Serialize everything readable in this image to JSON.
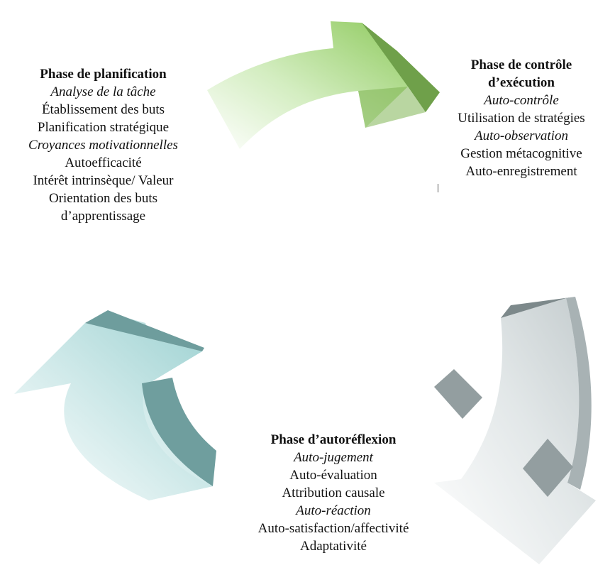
{
  "diagram": {
    "phases": [
      {
        "id": "planning",
        "title": "Phase de planification",
        "groups": [
          {
            "subtitle": "Analyse de la tâche",
            "items": [
              "Établissement des buts",
              "Planification stratégique"
            ]
          },
          {
            "subtitle": "Croyances motivationnelles",
            "items": [
              "Autoefficacité",
              "Intérêt intrinsèque/ Valeur",
              "Orientation des buts",
              "d’apprentissage"
            ]
          }
        ]
      },
      {
        "id": "control",
        "title_lines": [
          "Phase de contrôle",
          "d’exécution"
        ],
        "groups": [
          {
            "subtitle": "Auto-contrôle",
            "items": [
              "Utilisation de stratégies"
            ]
          },
          {
            "subtitle": "Auto-observation",
            "items": [
              "Gestion métacognitive",
              "Auto-enregistrement"
            ]
          }
        ]
      },
      {
        "id": "reflection",
        "title": "Phase d’autoréflexion",
        "groups": [
          {
            "subtitle": "Auto-jugement",
            "items": [
              "Auto-évaluation",
              "Attribution causale"
            ]
          },
          {
            "subtitle": "Auto-réaction",
            "items": [
              "Auto-satisfaction/affectivité",
              "Adaptativité"
            ]
          }
        ]
      }
    ],
    "arrow_colors": {
      "green_dark": "#6a9a3a",
      "green_mid": "#9bcf6a",
      "green_light": "#e6f4dc",
      "teal_dark": "#5d8f8f",
      "teal_mid": "#9fcfcf",
      "teal_light": "#e9f5f5",
      "gray_dark": "#7f8a8c",
      "gray_mid": "#a9b3b5",
      "gray_light": "#eef1f2"
    }
  }
}
